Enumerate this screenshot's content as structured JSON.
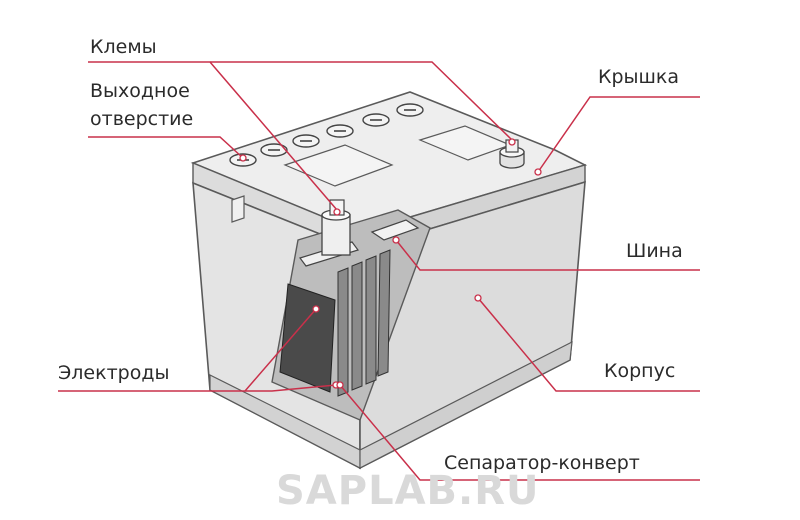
{
  "labels": {
    "terminals": "Клемы",
    "vent_line1": "Выходное",
    "vent_line2": "отверстие",
    "lid": "Крышка",
    "bus": "Шина",
    "case": "Корпус",
    "electrodes": "Электроды",
    "separator": "Сепаратор-конверт"
  },
  "watermark": "SAPLAB.RU",
  "colors": {
    "leader": "#c9304a",
    "body_light": "#e6e6e6",
    "body_mid": "#d0d0d0",
    "outline": "#5a5a5a",
    "plate_dark": "#4a4a4a"
  }
}
